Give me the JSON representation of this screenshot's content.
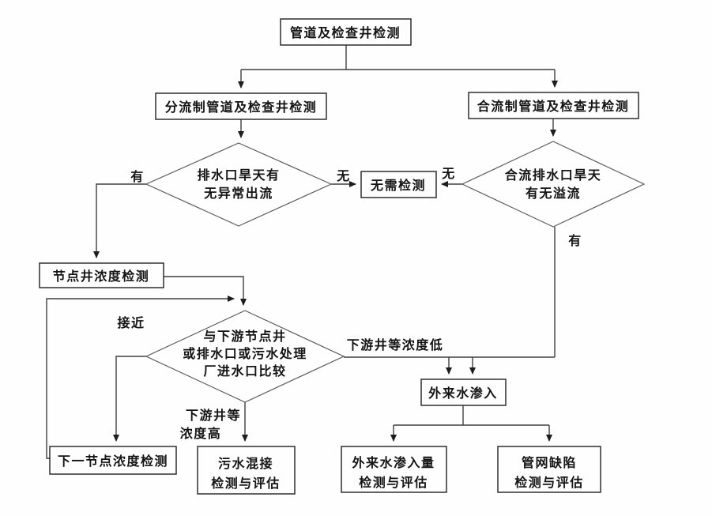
{
  "flowchart": {
    "colors": {
      "background": "#fefefe",
      "line": "#3f3f3f",
      "box_border": "#2e2e2e",
      "text": "#141414"
    },
    "nodes": {
      "root": {
        "label": "管道及检查井检测"
      },
      "separate_system": {
        "label": "分流制管道及检查井检测"
      },
      "combined_system": {
        "label": "合流制管道及检查井检测"
      },
      "outfall_dry_check": {
        "line1": "排水口旱天有",
        "line2": "无异常出流"
      },
      "no_need": {
        "label": "无需检测"
      },
      "combined_outfall_check": {
        "line1": "合流排水口旱天",
        "line2": "有无溢流"
      },
      "node_well_test": {
        "label": "节点井浓度检测"
      },
      "compare": {
        "line1": "与下游节点井",
        "line2": "或排水口或污水处理",
        "line3": "厂进水口比较"
      },
      "inflow": {
        "label": "外来水渗入"
      },
      "next_node_test": {
        "label": "下一节点浓度检测"
      },
      "sewage_mix_assess": {
        "line1": "污水混接",
        "line2": "检测与评估"
      },
      "inflow_amount_assess": {
        "line1": "外来水渗入量",
        "line2": "检测与评估"
      },
      "network_defect_assess": {
        "line1": "管网缺陷",
        "line2": "检测与评估"
      }
    },
    "edge_labels": {
      "left_yes": "有",
      "left_no": "无",
      "right_no": "无",
      "right_yes": "有",
      "close": "接近",
      "downstream_low": "下游井等浓度低",
      "downstream_high_line1": "下游井等",
      "downstream_high_line2": "浓度高"
    }
  }
}
